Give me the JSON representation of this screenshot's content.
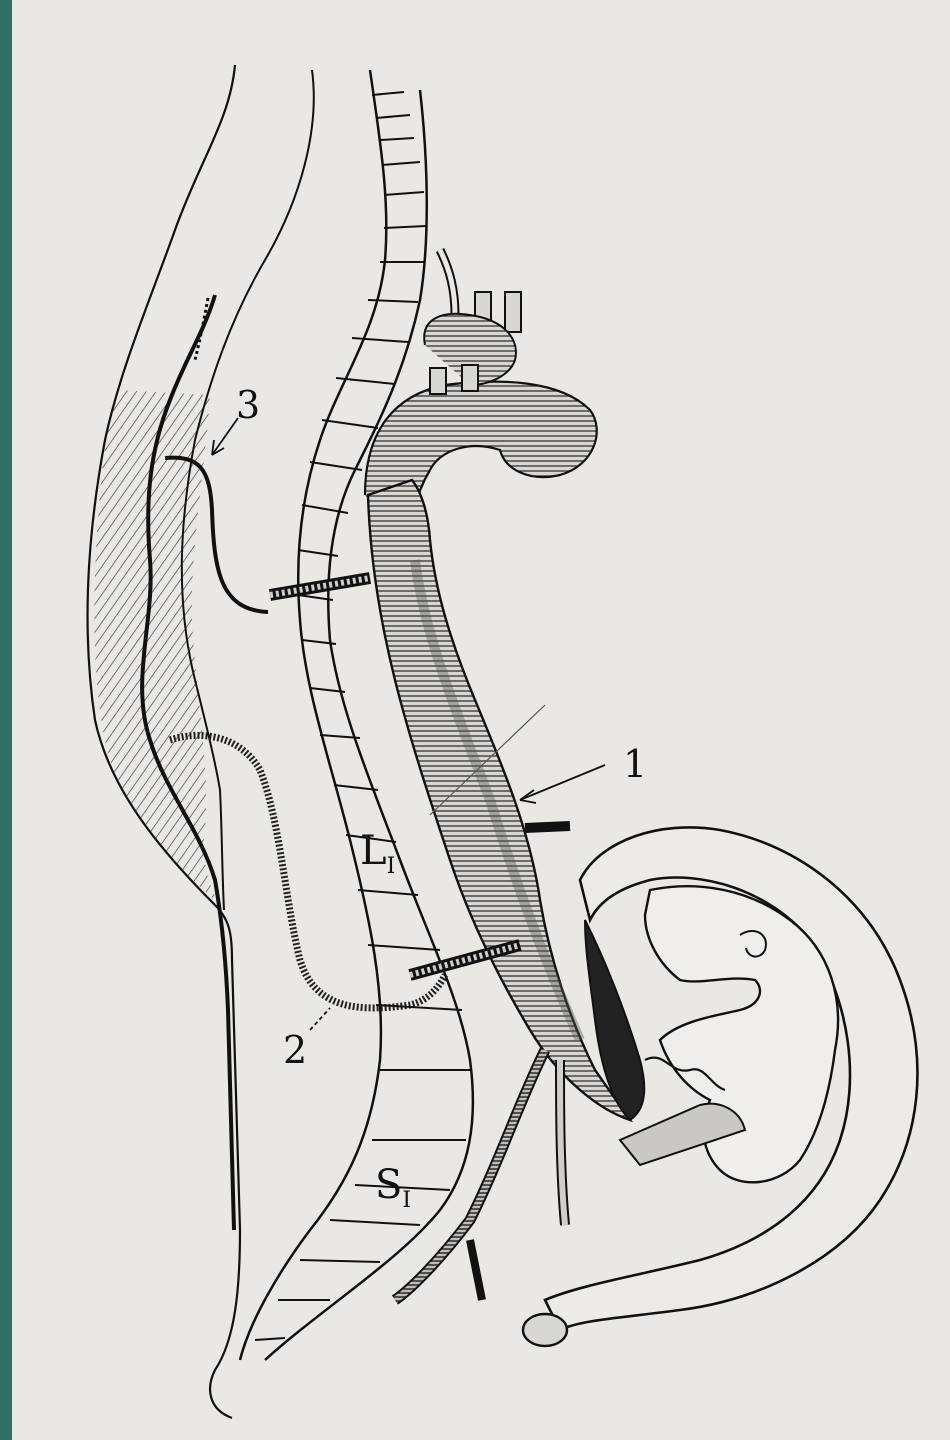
{
  "labels": {
    "one": "1",
    "two": "2",
    "three": "3",
    "l1_letter": "L",
    "l1_sub": "I",
    "s1_letter": "S",
    "s1_sub": "I"
  },
  "colors": {
    "paper": "#e9e8e4",
    "edge_strip": "#2f6f66",
    "ink": "#111111"
  }
}
